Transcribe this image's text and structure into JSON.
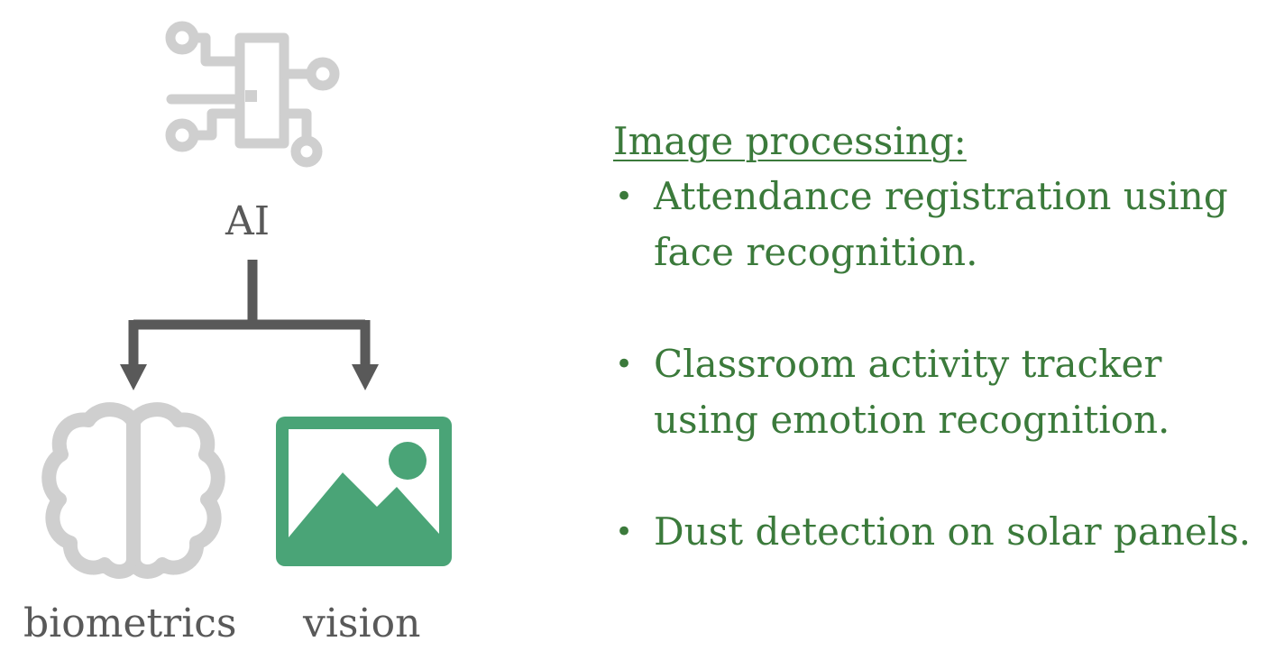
{
  "diagram": {
    "root_label": "AI",
    "children": [
      {
        "label": "biometrics",
        "icon": "brain-icon"
      },
      {
        "label": "vision",
        "icon": "image-icon"
      }
    ],
    "root_icon": "circuit-chip-icon",
    "colors": {
      "icon_gray": "#cfcfcf",
      "arrow": "#595959",
      "vision_green": "#4aa477",
      "text_gray": "#595959"
    }
  },
  "panel": {
    "title": "Image processing:",
    "bullets": [
      "Attendance registration using face recognition.",
      "Classroom activity tracker using emotion recognition.",
      "Dust detection on solar panels."
    ],
    "text_color": "#3b7a3b"
  }
}
